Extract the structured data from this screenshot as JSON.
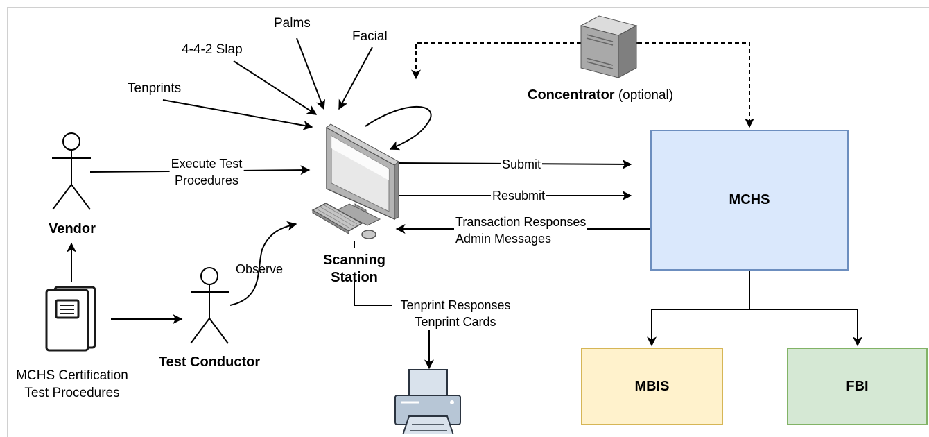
{
  "inputs": {
    "palms": "Palms",
    "facial": "Facial",
    "slap": "4-4-2 Slap",
    "tenprints": "Tenprints"
  },
  "concentrator": {
    "name": "Concentrator",
    "note": "(optional)"
  },
  "actors": {
    "vendor": "Vendor",
    "test_conductor": "Test Conductor"
  },
  "document": {
    "line1": "MCHS Certification",
    "line2": "Test Procedures"
  },
  "station": {
    "line1": "Scanning",
    "line2": "Station"
  },
  "flows": {
    "execute_line1": "Execute Test",
    "execute_line2": "Procedures",
    "observe": "Observe",
    "submit": "Submit",
    "resubmit": "Resubmit",
    "responses_line1": "Transaction Responses",
    "responses_line2": "Admin Messages",
    "tenprint_line1": "Tenprint Responses",
    "tenprint_line2": "Tenprint Cards"
  },
  "systems": {
    "mchs": "MCHS",
    "mbis": "MBIS",
    "fbi": "FBI"
  },
  "colors": {
    "mchs_fill": "#dae8fc",
    "mchs_border": "#6c8ebf",
    "mbis_fill": "#fff2cc",
    "mbis_border": "#d6b656",
    "fbi_fill": "#d5e8d4",
    "fbi_border": "#82b366"
  }
}
